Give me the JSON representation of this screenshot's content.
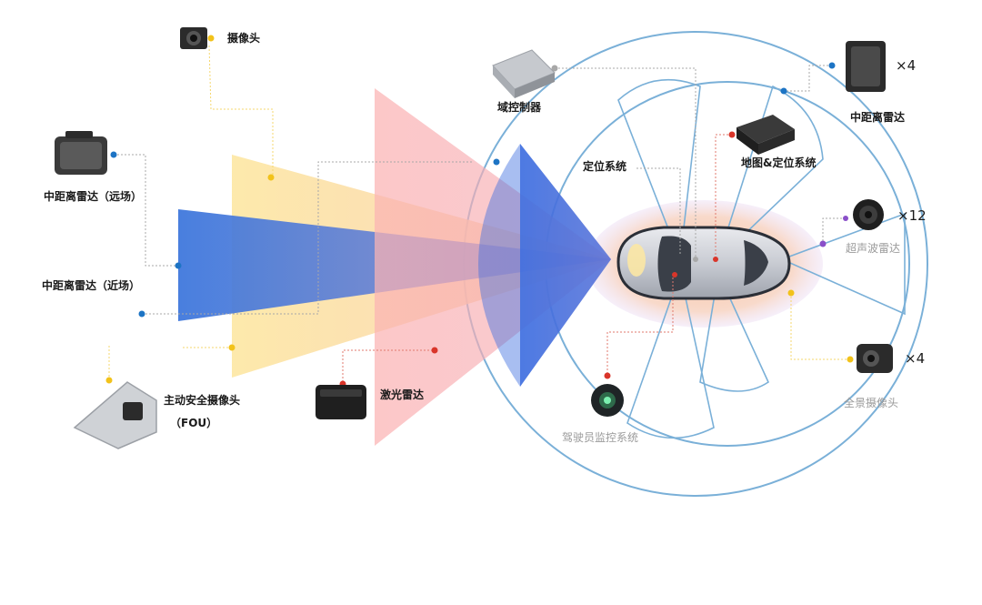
{
  "labels": {
    "camera": "摄像头",
    "mid_radar_far": "中距离雷达（远场）",
    "mid_radar_near": "中距离雷达（近场）",
    "active_safety_camera": "主动安全摄像头",
    "fou": "（FOU）",
    "lidar": "激光雷达",
    "domain_controller": "域控制器",
    "positioning": "定位系统",
    "map_positioning": "地图&定位系统",
    "mid_radar": "中距离雷达",
    "ultrasonic": "超声波雷达",
    "surround_camera": "全景摄像头",
    "driver_monitor": "驾驶员监控系统"
  },
  "multipliers": {
    "mid_radar": "×4",
    "ultrasonic": "×12",
    "surround_camera": "×4"
  },
  "colors": {
    "camera_beam": "#fde8a8",
    "far_radar_beam": "#4a7fd6",
    "lidar_beam": "#fbb6b6",
    "near_radar_beam": "#3d6fd8",
    "range_circle": "#7ab0d8",
    "car_halo": "#f2b48a",
    "dot_blue": "#1d74c4",
    "dot_yellow": "#f2c21a",
    "dot_red": "#d9352a",
    "dot_purple": "#8a4fc9",
    "leader_grey": "#a8a8a8",
    "leader_yellow": "#f5d76e",
    "leader_red": "#e07a6e"
  }
}
